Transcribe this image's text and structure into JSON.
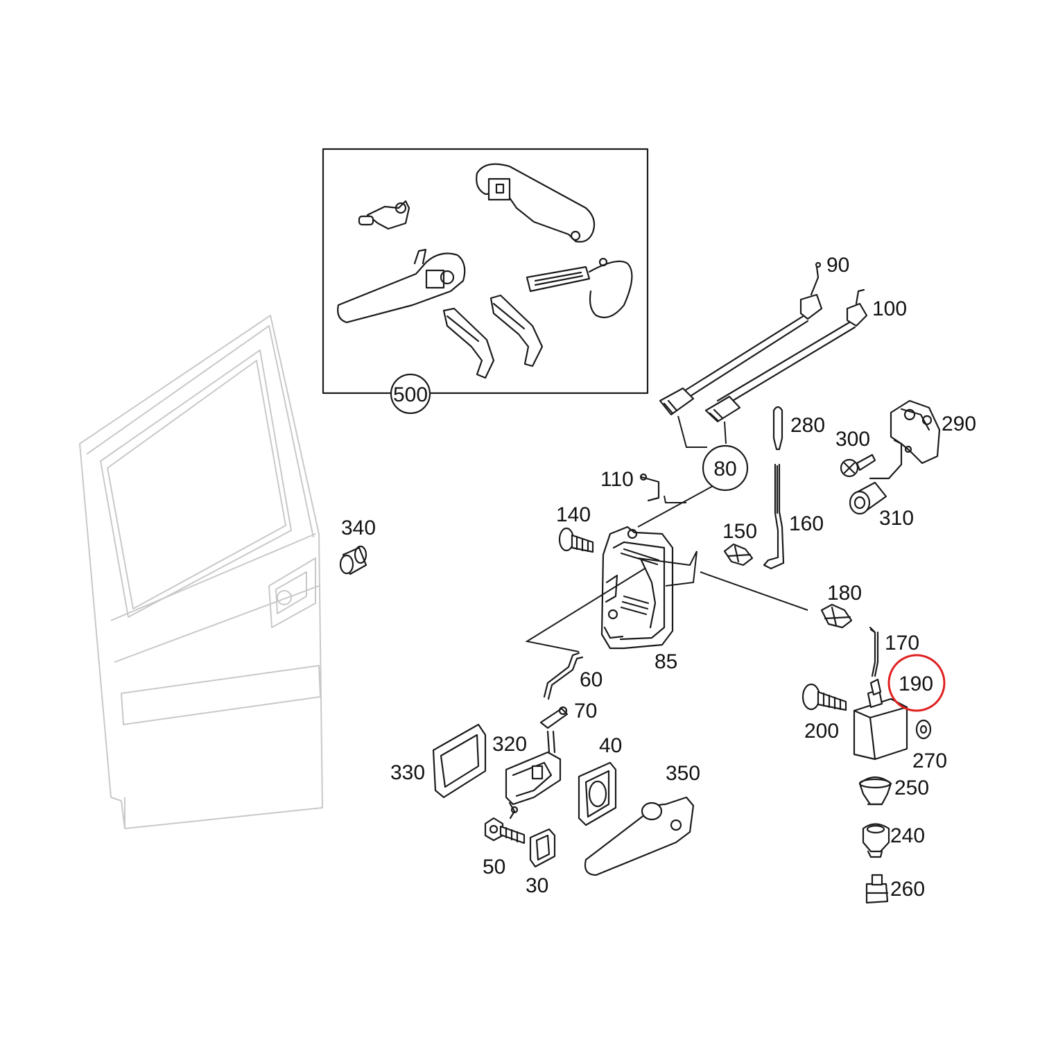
{
  "colors": {
    "line": "#1a1a1a",
    "ghost_door": "#c8c8c8",
    "highlight": "#e02020",
    "background": "#ffffff"
  },
  "highlighted_part": "190",
  "callouts": {
    "c500": "500",
    "c90": "90",
    "c100": "100",
    "c80": "80",
    "c280": "280",
    "c290": "290",
    "c300": "300",
    "c310": "310",
    "c110": "110",
    "c140": "140",
    "c150": "150",
    "c160": "160",
    "c340": "340",
    "c180": "180",
    "c170": "170",
    "c190": "190",
    "c85": "85",
    "c60": "60",
    "c70": "70",
    "c200": "200",
    "c270": "270",
    "c320": "320",
    "c40": "40",
    "c330": "330",
    "c350": "350",
    "c250": "250",
    "c240": "240",
    "c50": "50",
    "c30": "30",
    "c260": "260"
  }
}
